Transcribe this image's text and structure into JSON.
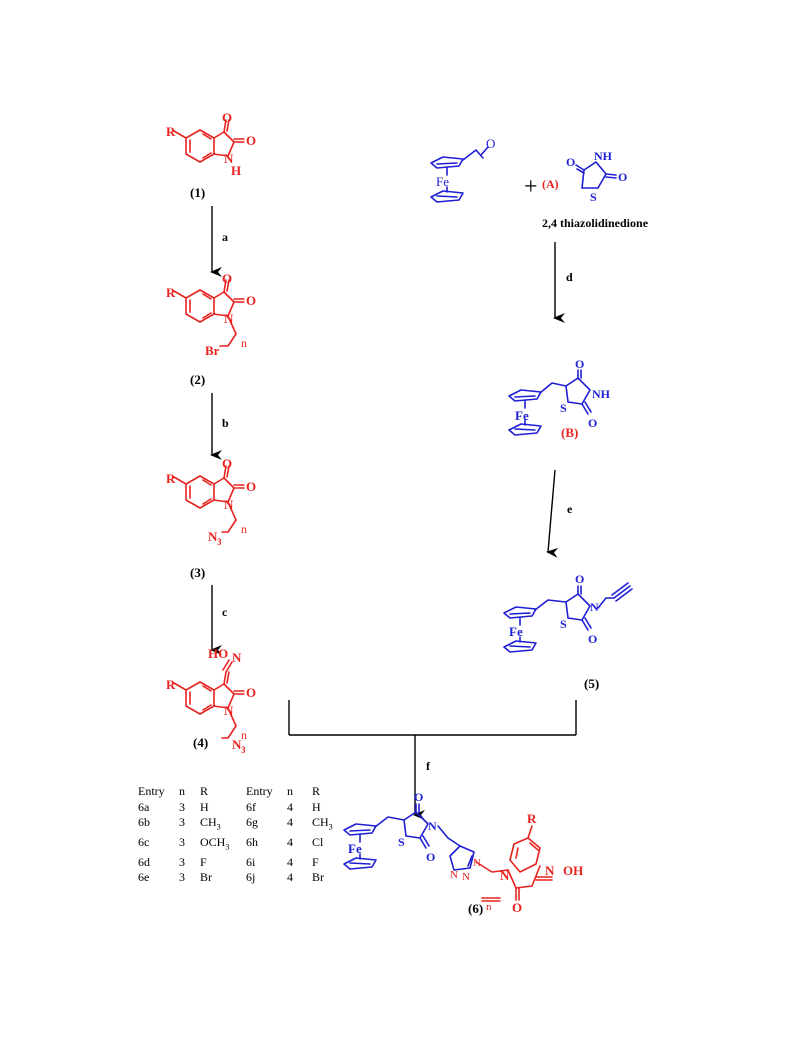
{
  "labels": {
    "c1": "(1)",
    "c2": "(2)",
    "c3": "(3)",
    "c4": "(4)",
    "c5": "(5)",
    "c6": "(6)",
    "A": "(A)",
    "B": "(B)",
    "reagent_A_name": "2,4 thiazolidinedione",
    "plus": "+"
  },
  "steps": {
    "a": "a",
    "b": "b",
    "c": "c",
    "d": "d",
    "e": "e",
    "f": "f"
  },
  "atoms": {
    "R": "R",
    "O": "O",
    "N": "N",
    "H": "H",
    "S": "S",
    "Fe": "Fe",
    "Br": "Br",
    "n": "n",
    "N3": "N",
    "sub3": "3",
    "HO": "HO",
    "OH": "OH",
    "NH": "NH"
  },
  "table": {
    "headers": [
      "Entry",
      "n",
      "R",
      "Entry",
      "n",
      "R"
    ],
    "rows": [
      [
        "6a",
        "3",
        "H",
        "6f",
        "4",
        "H"
      ],
      [
        "6b",
        "3",
        "CH3",
        "6g",
        "4",
        "CH3"
      ],
      [
        "6c",
        "3",
        "OCH3",
        "6h",
        "4",
        "Cl"
      ],
      [
        "6d",
        "3",
        "F",
        "6i",
        "4",
        "F"
      ],
      [
        "6e",
        "3",
        "Br",
        "6j",
        "4",
        "Br"
      ]
    ]
  },
  "colors": {
    "isatin": "#e8231f",
    "ferrocene": "#1f1fd6",
    "text": "#000000"
  }
}
